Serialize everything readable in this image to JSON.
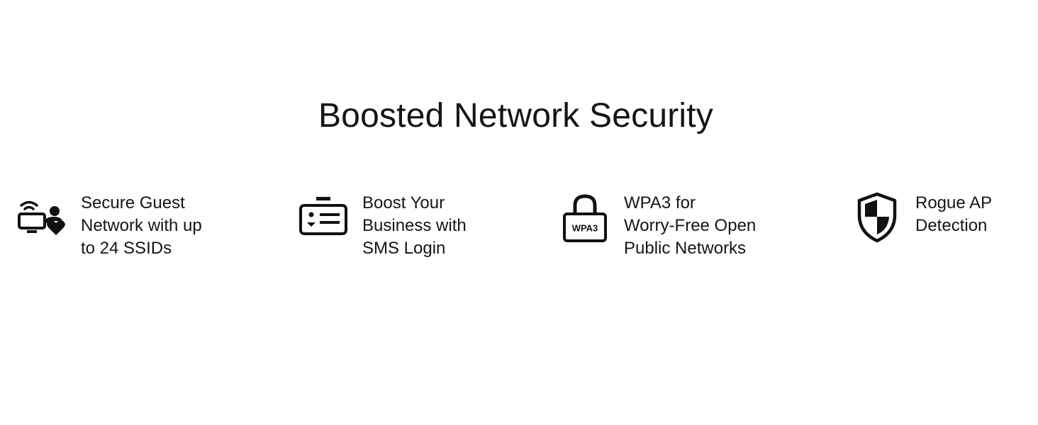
{
  "title": "Boosted Network Security",
  "features": [
    {
      "icon": "guest-wifi-user-heart-icon",
      "text": "Secure Guest\nNetwork with up\nto 24 SSIDs"
    },
    {
      "icon": "sms-login-card-icon",
      "text": "Boost Your\nBusiness with\nSMS Login"
    },
    {
      "icon": "wpa3-lock-icon",
      "icon_label": "WPA3",
      "text": "WPA3 for\nWorry-Free Open\nPublic Networks"
    },
    {
      "icon": "shield-icon",
      "text": "Rogue AP\nDetection"
    }
  ],
  "colors": {
    "text": "#151515",
    "background": "#ffffff"
  }
}
